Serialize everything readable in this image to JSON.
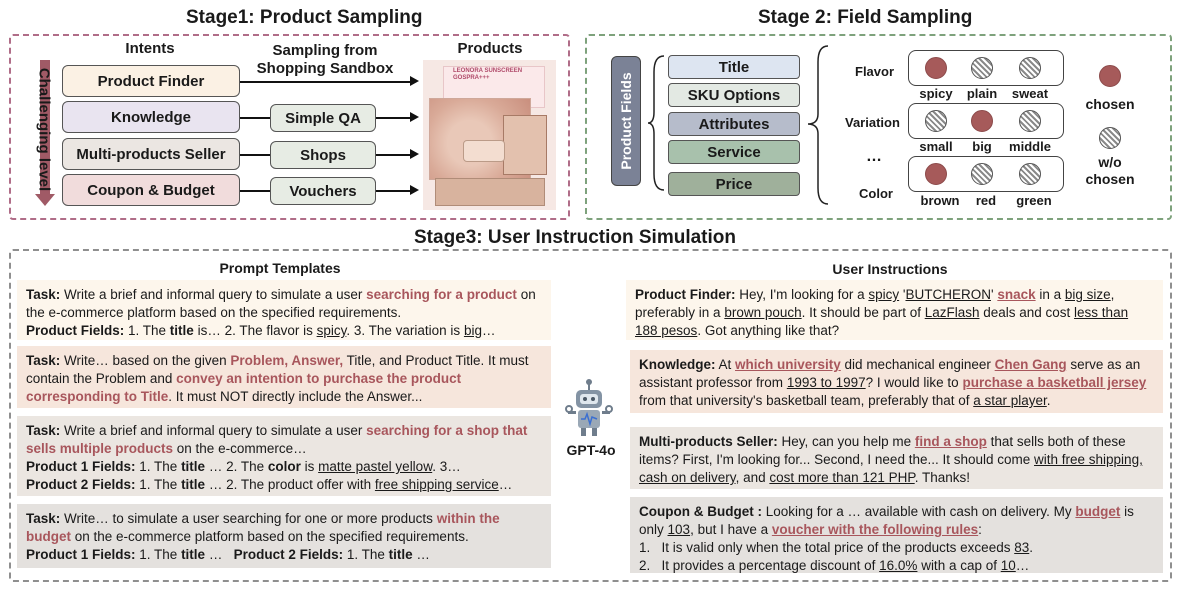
{
  "stage1": {
    "title": "Stage1: Product Sampling",
    "axis_label": "Challenging level",
    "col_intents": "Intents",
    "col_sampling": "Sampling from\nShopping Sandbox",
    "col_products": "Products",
    "intents": [
      "Product Finder",
      "Knowledge",
      "Multi-products Seller",
      "Coupon & Budget"
    ],
    "sources": [
      "Simple QA",
      "Shops",
      "Vouchers"
    ],
    "product_image_text": "LEONORA SUNSCREEN\nGOSPRA+++"
  },
  "stage2": {
    "title": "Stage 2: Field Sampling",
    "fields_label": "Product Fields",
    "fields": [
      "Title",
      "SKU Options",
      "Attributes",
      "Service",
      "Price"
    ],
    "attributes": [
      {
        "name": "Flavor",
        "options": [
          "spicy",
          "plain",
          "sweat"
        ],
        "chosen": [
          true,
          false,
          false
        ]
      },
      {
        "name": "Variation",
        "options": [
          "small",
          "big",
          "middle"
        ],
        "chosen": [
          false,
          true,
          false
        ]
      },
      {
        "name": "Color",
        "options": [
          "brown",
          "red",
          "green"
        ],
        "chosen": [
          true,
          false,
          false
        ]
      }
    ],
    "ellipsis": "…",
    "legend_chosen": "chosen",
    "legend_unchosen": "w/o\nchosen"
  },
  "stage3": {
    "title": "Stage3: User Instruction Simulation",
    "prompt_header": "Prompt Templates",
    "user_header": "User Instructions",
    "model_label": "GPT-4o",
    "colors": {
      "finder": "#fdf6ec",
      "knowledge": "#f6e6dc",
      "seller": "#ebe6e1",
      "coupon": "#e4e1de"
    }
  }
}
